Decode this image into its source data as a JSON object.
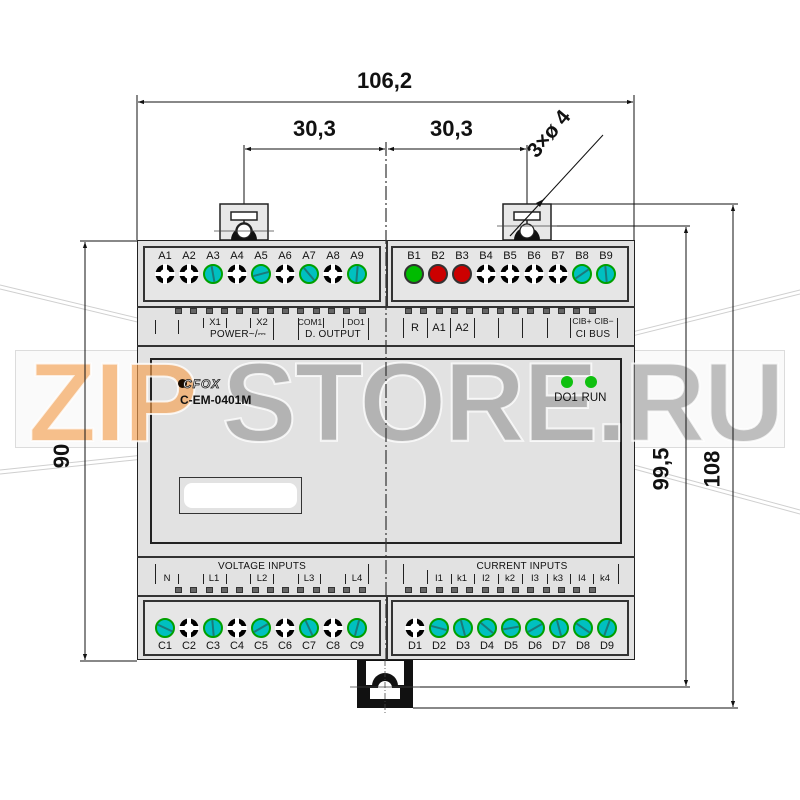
{
  "drawing": {
    "type": "dimensional drawing",
    "model": "C-EM-0401M",
    "brand": "CFOX",
    "watermark": {
      "prefix": "ZIP",
      "suffix": "STORE.RU",
      "prefix_color": "#f5a050",
      "suffix_color": "#8c8c8c"
    }
  },
  "dimensions": {
    "overall_width": "106,2",
    "left_mount_offset": "30,3",
    "right_mount_offset": "30,3",
    "holes": "3×ø 4",
    "body_height": "90",
    "mount_height": "99,5",
    "overall_height": "108"
  },
  "terminals": {
    "top_left": {
      "labels": [
        "A1",
        "A2",
        "A3",
        "A4",
        "A5",
        "A6",
        "A7",
        "A8",
        "A9"
      ],
      "types": [
        "empty",
        "empty",
        "screw",
        "empty",
        "screw",
        "empty",
        "screw",
        "empty",
        "screw"
      ],
      "angles": [
        0,
        0,
        80,
        0,
        -15,
        0,
        50,
        0,
        95
      ]
    },
    "top_right": {
      "labels": [
        "B1",
        "B2",
        "B3",
        "B4",
        "B5",
        "B6",
        "B7",
        "B8",
        "B9"
      ],
      "types": [
        "led-green",
        "led-red",
        "led-red",
        "empty",
        "empty",
        "empty",
        "empty",
        "screw",
        "screw"
      ],
      "angles": [
        0,
        0,
        0,
        0,
        0,
        0,
        0,
        -35,
        85
      ]
    },
    "bottom_left": {
      "labels": [
        "C1",
        "C2",
        "C3",
        "C4",
        "C5",
        "C6",
        "C7",
        "C8",
        "C9"
      ],
      "types": [
        "screw",
        "empty",
        "screw",
        "empty",
        "screw",
        "empty",
        "screw",
        "empty",
        "screw"
      ],
      "angles": [
        25,
        0,
        85,
        0,
        -30,
        0,
        65,
        0,
        -75
      ]
    },
    "bottom_right": {
      "labels": [
        "D1",
        "D2",
        "D3",
        "D4",
        "D5",
        "D6",
        "D7",
        "D8",
        "D9"
      ],
      "types": [
        "empty",
        "screw",
        "screw",
        "screw",
        "screw",
        "screw",
        "screw",
        "screw",
        "screw"
      ],
      "angles": [
        0,
        15,
        75,
        40,
        -10,
        -30,
        75,
        35,
        -70
      ]
    }
  },
  "strips": {
    "top_left": {
      "labels": [
        "X1",
        "X2",
        "COM1",
        "DO1"
      ],
      "group_power": "POWER~/⎓",
      "group_output": "D. OUTPUT"
    },
    "top_right": {
      "labels": [
        "R",
        "A1",
        "A2",
        "CIB+",
        "CIB−"
      ],
      "group_bus": "CI BUS"
    },
    "bottom_left": {
      "title": "VOLTAGE INPUTS",
      "labels": [
        "N",
        "L1",
        "L2",
        "L3",
        "L4"
      ]
    },
    "bottom_right": {
      "title": "CURRENT INPUTS",
      "labels": [
        "I1",
        "k1",
        "I2",
        "k2",
        "I3",
        "k3",
        "I4",
        "k4"
      ]
    }
  },
  "front_panel": {
    "leds": [
      {
        "label": "DO1",
        "color": "#10c010"
      },
      {
        "label": "RUN",
        "color": "#10c010"
      }
    ]
  },
  "colors": {
    "screw_fill": "#00c0c0",
    "screw_ring": "#00a000",
    "led_green": "#00bb00",
    "led_red": "#cc0000",
    "body": "#e2e2e2"
  }
}
